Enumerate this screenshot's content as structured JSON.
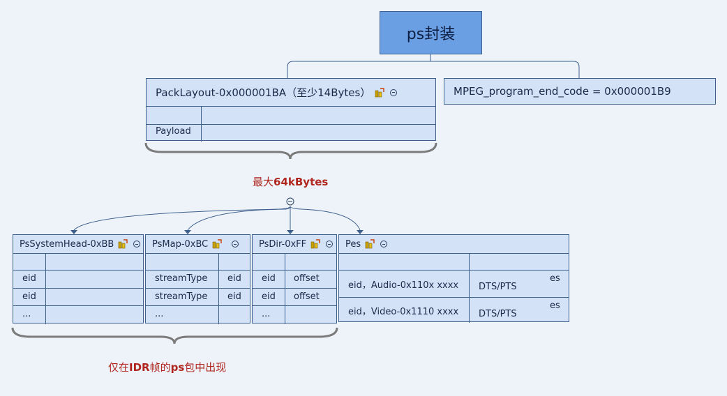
{
  "root": {
    "label": "ps封装"
  },
  "pack_layout": {
    "title": "PackLayout-0x000001BA（至少14Bytes）",
    "rows": [
      "",
      "Payload"
    ]
  },
  "end_code": {
    "title": "MPEG_program_end_code = 0x000001B9"
  },
  "brace_top_label": {
    "prefix": "最大",
    "bold": "64kBytes"
  },
  "brace_bottom_label": {
    "p1": "仅在",
    "b1": "IDR",
    "p2": "帧的",
    "b2": "ps",
    "p3": "包中出现"
  },
  "ps_system_head": {
    "title": "PsSystemHead-0xBB",
    "rows": [
      [
        "",
        ""
      ],
      [
        "eid",
        ""
      ],
      [
        "eid",
        ""
      ],
      [
        "...",
        ""
      ]
    ]
  },
  "ps_map": {
    "title": "PsMap-0xBC",
    "rows": [
      [
        "",
        ""
      ],
      [
        "streamType",
        "eid"
      ],
      [
        "streamType",
        "eid"
      ],
      [
        "...",
        ""
      ]
    ]
  },
  "ps_dir": {
    "title": "PsDir-0xFF",
    "rows": [
      [
        "",
        ""
      ],
      [
        "eid",
        "offset"
      ],
      [
        "eid",
        "offset"
      ],
      [
        "...",
        ""
      ]
    ]
  },
  "pes": {
    "title": "Pes",
    "rows": [
      {
        "left": "eid，Audio-0x110x xxxx",
        "right": "DTS/PTS",
        "child": "es"
      },
      {
        "left": "eid，Video-0x1110 xxxx",
        "right": "DTS/PTS",
        "child": "es"
      }
    ]
  },
  "colors": {
    "node_fill": "#d4e2f7",
    "root_fill": "#6a9fe3",
    "border": "#3d5f8c",
    "note_text": "#b0261f",
    "background": "#eef3f9"
  },
  "icons": [
    "note-icon",
    "collapse-icon"
  ]
}
